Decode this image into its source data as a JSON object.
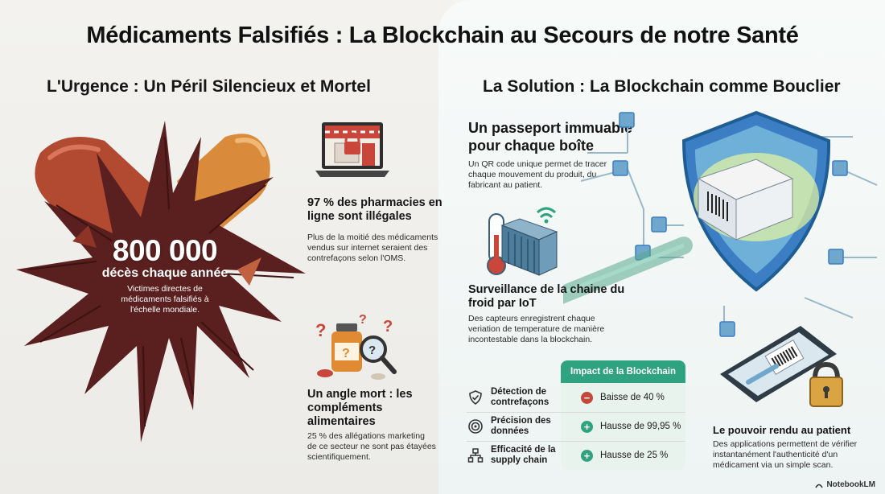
{
  "title": "Médicaments Falsifiés : La Blockchain au Secours de notre Santé",
  "left": {
    "heading": "L'Urgence : Un Péril Silencieux et Mortel",
    "stat": {
      "number": "800 000",
      "label": "décès chaque année",
      "desc": "Victimes directes de médicaments falsifiés à l'échelle mondiale."
    },
    "pharmacies": {
      "heading": "97 % des pharmacies en ligne sont illégales",
      "body": "Plus de la moitié des médicaments vendus sur internet seraient des contrefaçons selon l'OMS."
    },
    "supplements": {
      "heading": "Un angle mort : les compléments alimentaires",
      "body": "25 % des allégations marketing de ce secteur ne sont pas étayées scientifiquement."
    }
  },
  "right": {
    "heading": "La Solution : La Blockchain comme Bouclier",
    "passport": {
      "heading": "Un passeport immuable pour chaque boîte",
      "body": "Un QR code unique permet de tracer chaque mouvement du produit, du fabricant au patient."
    },
    "iot": {
      "heading": "Surveillance de la chaine du froid par IoT",
      "body": "Des capteurs enregistrent chaque veriation de temperature de manière incontestable dans la blockchain."
    },
    "table": {
      "header": "Impact de la Blockchain",
      "rows": [
        {
          "label": "Détection de contrefaçons",
          "sign": "−",
          "value": "Baisse de 40 %",
          "icon": "shield-check-icon"
        },
        {
          "label": "Précision des données",
          "sign": "+",
          "value": "Hausse de 99,95 %",
          "icon": "target-icon"
        },
        {
          "label": "Efficacité de la supply chain",
          "sign": "+",
          "value": "Hausse de 25 %",
          "icon": "network-icon"
        }
      ]
    },
    "patient": {
      "heading": "Le pouvoir rendu au patient",
      "body": "Des applications permettent de vérifier instantanément l'authenticité d'un médicament via un simple scan."
    }
  },
  "brand": "NotebookLM",
  "colors": {
    "red_capsule": "#b24a32",
    "orange_capsule": "#d98a3a",
    "crack": "#5a1f1f",
    "accent_green": "#2fa37f",
    "shield_blue": "#3b7ec4",
    "minus_red": "#c5473a"
  }
}
